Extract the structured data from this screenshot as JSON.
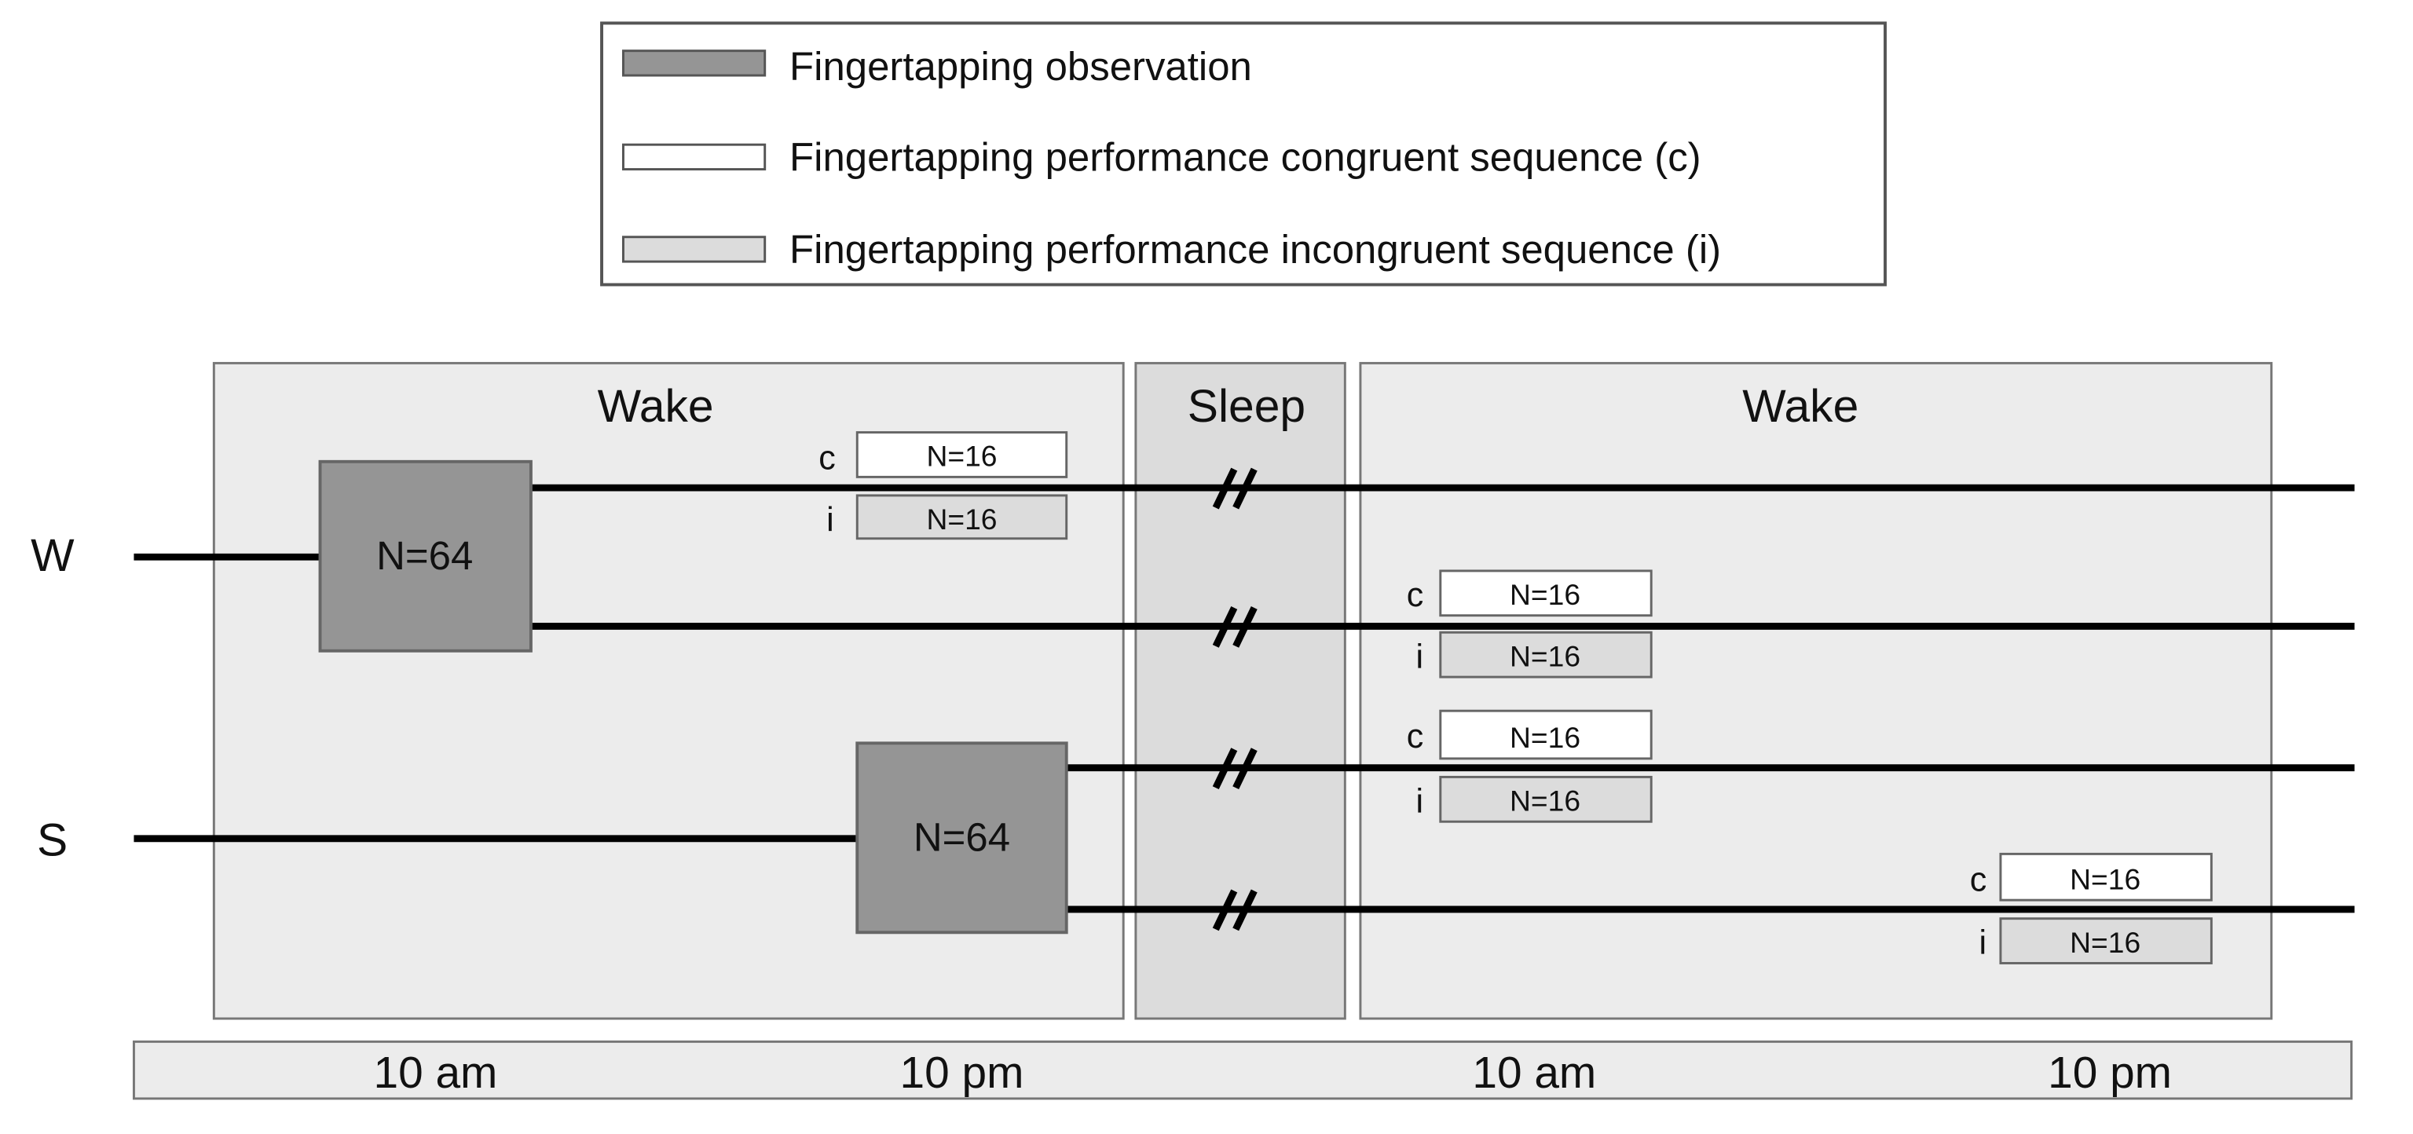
{
  "legend": {
    "items": [
      {
        "label": "Fingertapping observation",
        "color": "#959595"
      },
      {
        "label": "Fingertapping performance congruent sequence (c)",
        "color": "#ffffff"
      },
      {
        "label": "Fingertapping performance incongruent sequence (i)",
        "color": "#dcdcdc"
      }
    ]
  },
  "phases": [
    "Wake",
    "Sleep",
    "Wake"
  ],
  "groups": {
    "w": "W",
    "s": "S"
  },
  "observation": {
    "w": "N=64",
    "s": "N=64"
  },
  "tests": [
    {
      "c_label": "c",
      "c_value": "N=16",
      "i_label": "i",
      "i_value": "N=16"
    },
    {
      "c_label": "c",
      "c_value": "N=16",
      "i_label": "i",
      "i_value": "N=16"
    },
    {
      "c_label": "c",
      "c_value": "N=16",
      "i_label": "i",
      "i_value": "N=16"
    },
    {
      "c_label": "c",
      "c_value": "N=16",
      "i_label": "i",
      "i_value": "N=16"
    }
  ],
  "timeline": [
    "10 am",
    "10 pm",
    "10 am",
    "10 pm"
  ],
  "break_mark": "//"
}
